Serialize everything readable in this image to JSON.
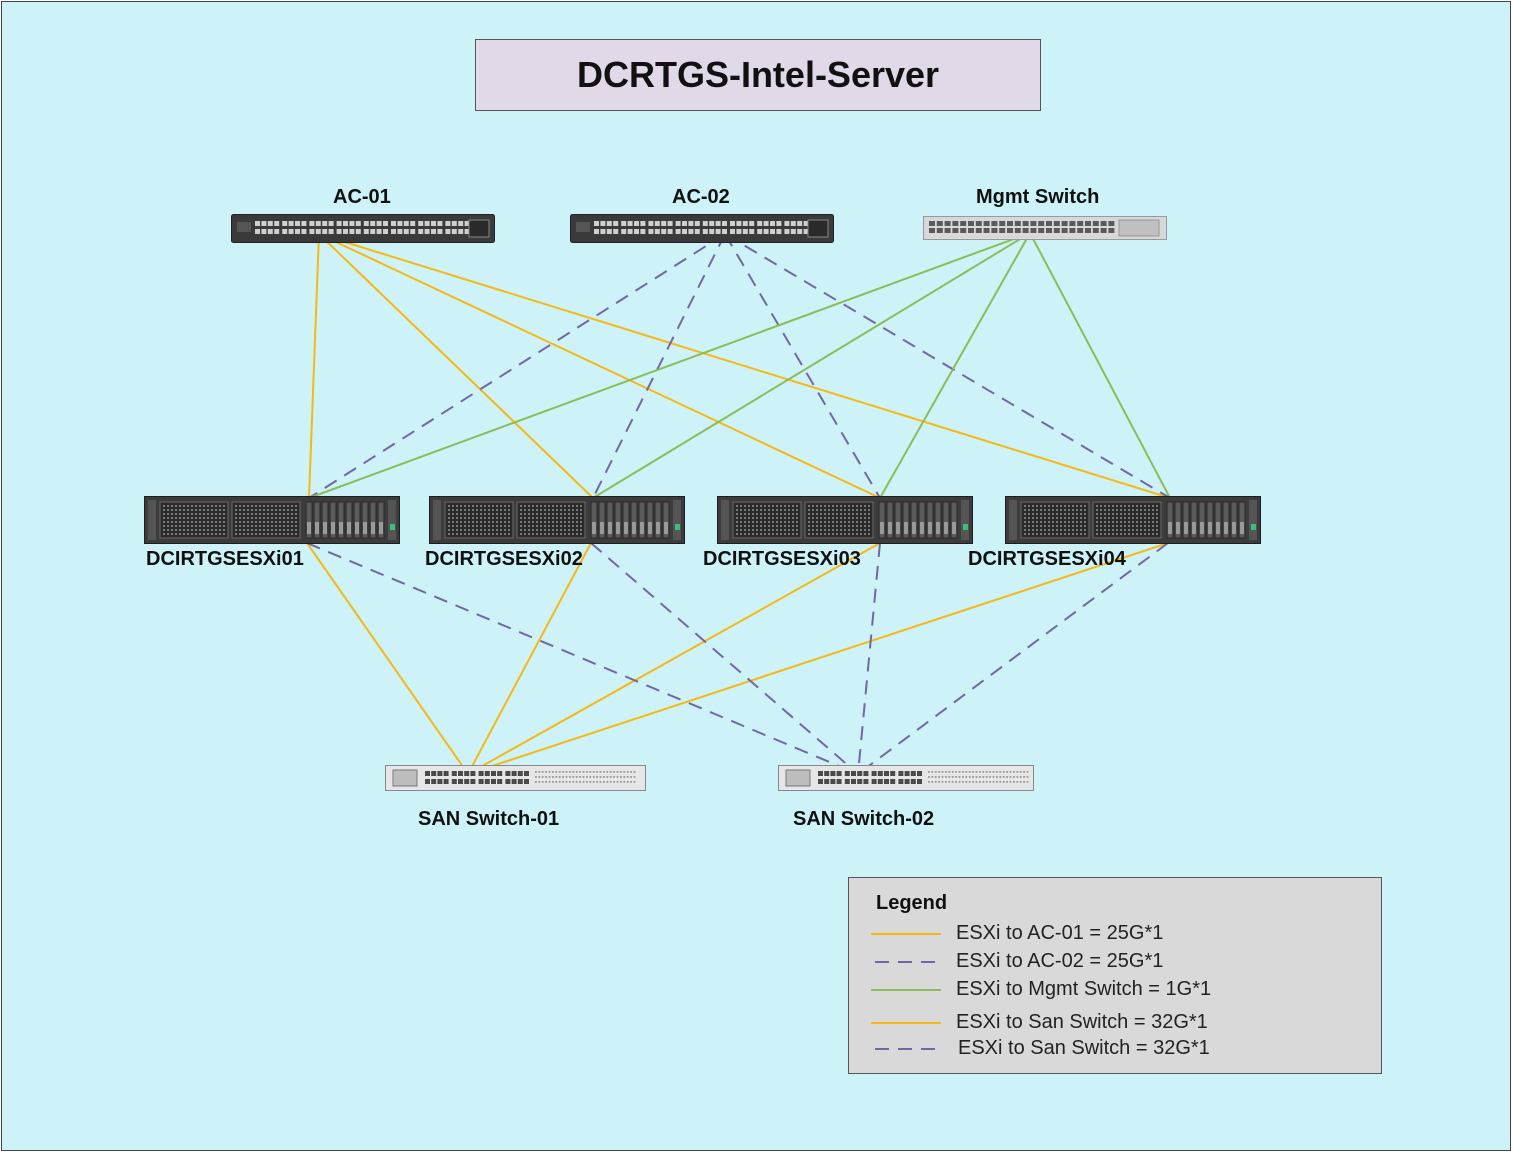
{
  "title": "DCRTGS-Intel-Server",
  "colors": {
    "yellow": "#f5b814",
    "purple": "#7466a6",
    "green": "#8cbc5a",
    "background": "#cdf3f8"
  },
  "devices": {
    "ac01": "AC-01",
    "ac02": "AC-02",
    "mgmt": "Mgmt Switch",
    "esxi01": "DCIRTGSESXi01",
    "esxi02": "DCIRTGSESXi02",
    "esxi03": "DCIRTGSESXi03",
    "esxi04": "DCIRTGSESXi04",
    "san01": "SAN Switch-01",
    "san02": "SAN Switch-02"
  },
  "legend": {
    "title": "Legend",
    "items": [
      {
        "label": "ESXi to AC-01 = 25G*1",
        "style": "solid",
        "color": "yellow"
      },
      {
        "label": "ESXi to AC-02 = 25G*1",
        "style": "dashed",
        "color": "purple"
      },
      {
        "label": "ESXi to Mgmt  Switch = 1G*1",
        "style": "solid",
        "color": "green"
      },
      {
        "label": "ESXi to San Switch = 32G*1",
        "style": "solid",
        "color": "yellow"
      },
      {
        "label": "ESXi to San Switch = 32G*1",
        "style": "dashed",
        "color": "purple"
      }
    ]
  },
  "links": [
    {
      "from": "ac01",
      "to": "esxi01",
      "color": "yellow",
      "style": "solid"
    },
    {
      "from": "ac01",
      "to": "esxi02",
      "color": "yellow",
      "style": "solid"
    },
    {
      "from": "ac01",
      "to": "esxi03",
      "color": "yellow",
      "style": "solid"
    },
    {
      "from": "ac01",
      "to": "esxi04",
      "color": "yellow",
      "style": "solid"
    },
    {
      "from": "ac02",
      "to": "esxi01",
      "color": "purple",
      "style": "dashed"
    },
    {
      "from": "ac02",
      "to": "esxi02",
      "color": "purple",
      "style": "dashed"
    },
    {
      "from": "ac02",
      "to": "esxi03",
      "color": "purple",
      "style": "dashed"
    },
    {
      "from": "ac02",
      "to": "esxi04",
      "color": "purple",
      "style": "dashed"
    },
    {
      "from": "mgmt",
      "to": "esxi01",
      "color": "green",
      "style": "solid"
    },
    {
      "from": "mgmt",
      "to": "esxi02",
      "color": "green",
      "style": "solid"
    },
    {
      "from": "mgmt",
      "to": "esxi03",
      "color": "green",
      "style": "solid"
    },
    {
      "from": "mgmt",
      "to": "esxi04",
      "color": "green",
      "style": "solid"
    },
    {
      "from": "esxi01",
      "to": "san01",
      "color": "yellow",
      "style": "solid"
    },
    {
      "from": "esxi02",
      "to": "san01",
      "color": "yellow",
      "style": "solid"
    },
    {
      "from": "esxi03",
      "to": "san01",
      "color": "yellow",
      "style": "solid"
    },
    {
      "from": "esxi04",
      "to": "san01",
      "color": "yellow",
      "style": "solid"
    },
    {
      "from": "esxi01",
      "to": "san02",
      "color": "purple",
      "style": "dashed"
    },
    {
      "from": "esxi02",
      "to": "san02",
      "color": "purple",
      "style": "dashed"
    },
    {
      "from": "esxi03",
      "to": "san02",
      "color": "purple",
      "style": "dashed"
    },
    {
      "from": "esxi04",
      "to": "san02",
      "color": "purple",
      "style": "dashed"
    }
  ]
}
